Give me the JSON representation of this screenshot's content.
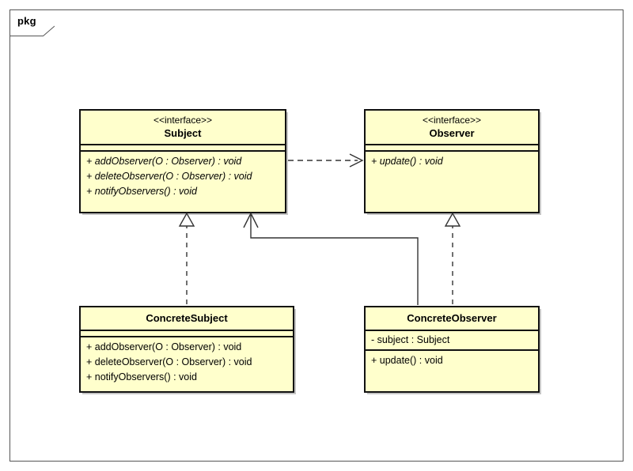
{
  "diagram": {
    "type": "uml-class-diagram",
    "package_label": "pkg",
    "style": {
      "class_fill": "#ffffcc",
      "class_border": "#111111",
      "frame_border": "#555555",
      "background": "#ffffff",
      "connector_color": "#333333"
    },
    "classes": [
      {
        "id": "subject",
        "stereotype": "<<interface>>",
        "name": "Subject",
        "attributes": [],
        "operations": [
          "+ addObserver(O : Observer) : void",
          "+ deleteObserver(O : Observer) : void",
          "+ notifyObservers() : void"
        ],
        "abstract": true
      },
      {
        "id": "observer",
        "stereotype": "<<interface>>",
        "name": "Observer",
        "attributes": [],
        "operations": [
          "+ update() : void"
        ],
        "abstract": true
      },
      {
        "id": "concrete-subject",
        "stereotype": "",
        "name": "ConcreteSubject",
        "attributes": [],
        "operations": [
          "+ addObserver(O : Observer) : void",
          "+ deleteObserver(O : Observer) : void",
          "+ notifyObservers() : void"
        ],
        "abstract": false
      },
      {
        "id": "concrete-observer",
        "stereotype": "",
        "name": "ConcreteObserver",
        "attributes": [
          "- subject : Subject"
        ],
        "operations": [
          "+ update() : void"
        ],
        "abstract": false
      }
    ],
    "relationships": [
      {
        "id": "dep-subject-observer",
        "kind": "dependency",
        "line": "dashed",
        "arrowhead": "open",
        "from": "subject",
        "to": "observer"
      },
      {
        "id": "real-concretesubject-subject",
        "kind": "realization",
        "line": "dashed",
        "arrowhead": "hollow-triangle",
        "from": "concrete-subject",
        "to": "subject"
      },
      {
        "id": "real-concreteobserver-observer",
        "kind": "realization",
        "line": "dashed",
        "arrowhead": "hollow-triangle",
        "from": "concrete-observer",
        "to": "observer"
      },
      {
        "id": "assoc-concreteobserver-subject",
        "kind": "association",
        "line": "solid",
        "arrowhead": "open",
        "from": "concrete-observer",
        "to": "subject"
      }
    ]
  }
}
